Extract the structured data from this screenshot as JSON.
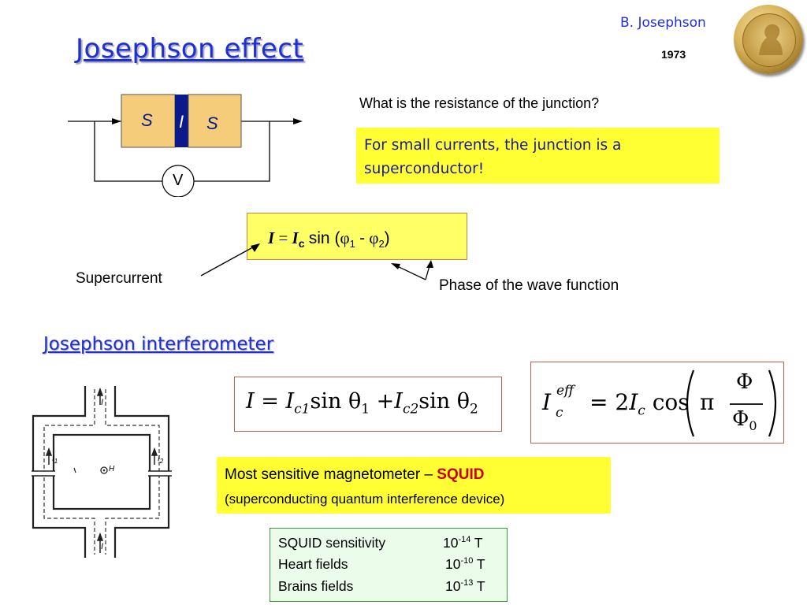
{
  "slide": {
    "title": "Josephson effect",
    "subtitle": "Josephson interferometer",
    "author": "B. Josephson",
    "year": "1973",
    "medal_icon": "nobel-medal-icon"
  },
  "junction_diagram": {
    "left_label": "S",
    "middle_label": "I",
    "right_label": "S",
    "meter_label": "V",
    "colors": {
      "superconductor": "#f5cc7a",
      "insulator": "#0a1a8a"
    }
  },
  "question": "What is the resistance of the junction?",
  "answer": {
    "line1": "For small currents, the junction is a",
    "line2": "superconductor!"
  },
  "josephson_formula": {
    "lhs": "I",
    "equals": "=",
    "ic": "I",
    "ic_sub": "c",
    "sin": "sin (",
    "phi1": "φ",
    "phi1_sub": "1",
    "minus": "-",
    "phi2": "φ",
    "phi2_sub": "2",
    "close": ")"
  },
  "annotations": {
    "supercurrent": "Supercurrent",
    "phase": "Phase of the wave function"
  },
  "interferometer_diagram": {
    "current_label": "I",
    "i1": "I",
    "i1_sub": "1",
    "i2": "I",
    "i2_sub": "2",
    "field_label": "H"
  },
  "equation_sum": {
    "lhs": "I",
    "eq": "=",
    "term1_coef": "I",
    "term1_sub": "c1",
    "term1_fn": "sin θ",
    "term1_idx": "1",
    "plus": "+",
    "term2_coef": "I",
    "term2_sub": "c2",
    "term2_fn": "sin θ",
    "term2_idx": "2"
  },
  "equation_eff": {
    "lhs": "I",
    "lhs_sup": "eff",
    "lhs_sub": "c",
    "eq": "= 2",
    "ic": "I",
    "ic_sub": "c",
    "cos": "cos",
    "pi": "π",
    "numerator": "Φ",
    "denominator": "Φ",
    "denominator_sub": "0"
  },
  "squid": {
    "prefix": "Most sensitive magnetometer – ",
    "name": "SQUID",
    "expansion": "(superconducting quantum interference device)",
    "name_color": "#cc0000"
  },
  "sensitivity": {
    "rows": [
      {
        "label": "SQUID sensitivity",
        "base": "10",
        "exp": "-14",
        "unit": "T"
      },
      {
        "label": "Heart fields",
        "base": "10",
        "exp": "-10",
        "unit": "T"
      },
      {
        "label": "Brains fields",
        "base": "10",
        "exp": "-13",
        "unit": "T"
      }
    ]
  }
}
